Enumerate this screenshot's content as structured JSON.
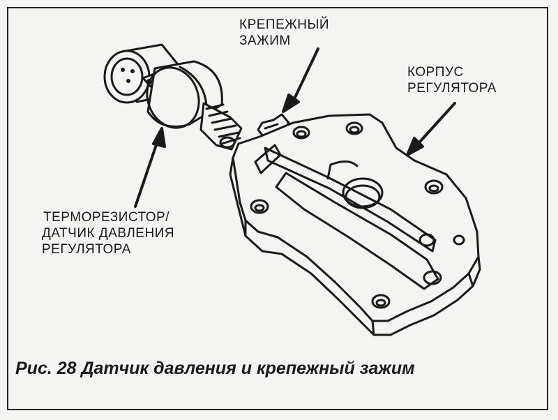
{
  "labels": {
    "clip_line1": "КРЕПЕЖНЫЙ",
    "clip_line2": "ЗАЖИМ",
    "housing_line1": "КОРПУС",
    "housing_line2": "РЕГУЛЯТОРА",
    "sensor_line1": "ТЕРМОРЕЗИСТОР/",
    "sensor_line2": "ДАТЧИК ДАВЛЕНИЯ",
    "sensor_line3": "РЕГУЛЯТОРА"
  },
  "caption": "Рис. 28 Датчик давления и крепежный зажим",
  "colors": {
    "ink": "#1a1a1a",
    "paper": "#f4f4f2"
  }
}
